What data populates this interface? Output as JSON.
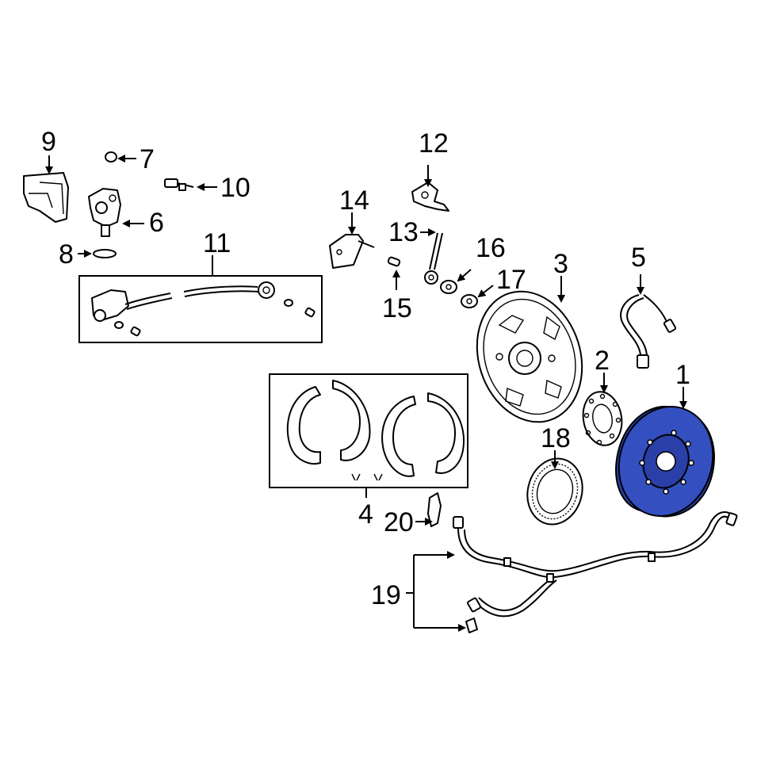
{
  "diagram": {
    "callouts": [
      {
        "id": "1",
        "text": "1"
      },
      {
        "id": "2",
        "text": "2"
      },
      {
        "id": "3",
        "text": "3"
      },
      {
        "id": "4",
        "text": "4"
      },
      {
        "id": "5",
        "text": "5"
      },
      {
        "id": "6",
        "text": "6"
      },
      {
        "id": "7",
        "text": "7"
      },
      {
        "id": "8",
        "text": "8"
      },
      {
        "id": "9",
        "text": "9"
      },
      {
        "id": "10",
        "text": "10"
      },
      {
        "id": "11",
        "text": "11"
      },
      {
        "id": "12",
        "text": "12"
      },
      {
        "id": "13",
        "text": "13"
      },
      {
        "id": "14",
        "text": "14"
      },
      {
        "id": "15",
        "text": "15"
      },
      {
        "id": "16",
        "text": "16"
      },
      {
        "id": "17",
        "text": "17"
      },
      {
        "id": "18",
        "text": "18"
      },
      {
        "id": "19",
        "text": "19"
      },
      {
        "id": "20",
        "text": "20"
      }
    ],
    "highlight_color": "#2a3fa8",
    "highlighted_part": "1"
  }
}
